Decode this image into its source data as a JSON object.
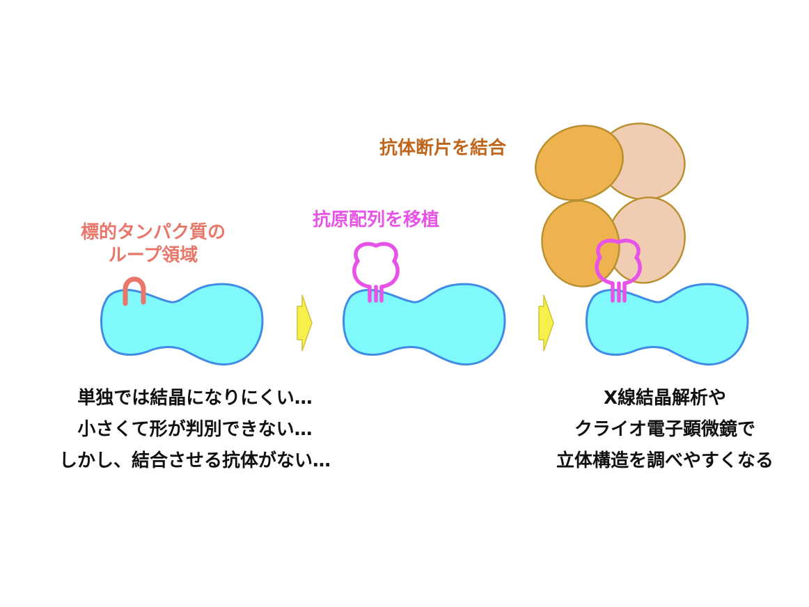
{
  "labels": {
    "loop_region": [
      "標的タンパク質の",
      "ループ領域"
    ],
    "graft": "抗原配列を移植",
    "antibody": "抗体断片を結合"
  },
  "captions": {
    "left": [
      "単独では結晶になりにくい…",
      "小さくて形が判別できない…",
      "しかし、結合させる抗体がない…"
    ],
    "right": [
      "X線結晶解析や",
      "クライオ電子顕微鏡で",
      "立体構造を調べやすくなる"
    ]
  },
  "colors": {
    "protein_fill": "#7ff9fb",
    "protein_stroke": "#3f8be6",
    "loop": "#e8776a",
    "antigen": "#e653e6",
    "antibody_dark_fill": "#eeb24f",
    "antibody_light_fill": "#f0cdb2",
    "antibody_stroke": "#b9902f",
    "arrow_fill": "#f7ef4c",
    "arrow_stroke": "#cfc233"
  }
}
